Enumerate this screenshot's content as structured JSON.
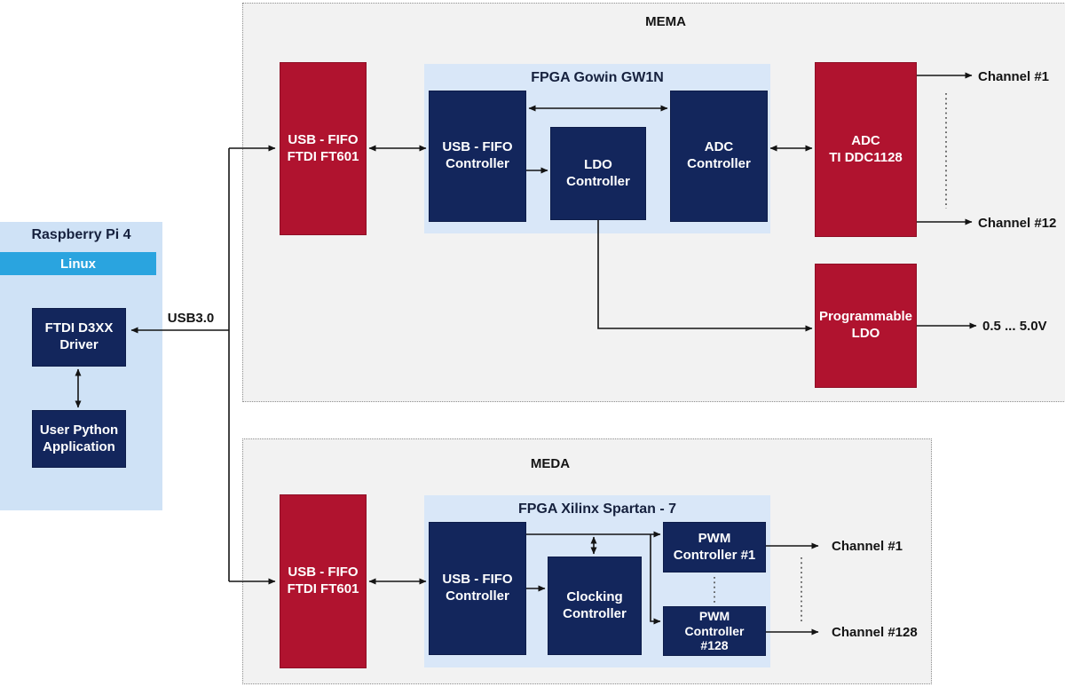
{
  "rpi": {
    "title": "Raspberry Pi 4",
    "os": "Linux",
    "driver": {
      "line1": "FTDI D3XX",
      "line2": "Driver"
    },
    "app": {
      "line1": "User Python",
      "line2": "Application"
    }
  },
  "usb_link": {
    "label": "USB3.0"
  },
  "mema": {
    "title": "MEMA",
    "fifo": {
      "line1": "USB - FIFO",
      "line2": "FTDI FT601"
    },
    "fpga": {
      "title": "FPGA Gowin GW1N",
      "usb_fifo_ctrl": {
        "line1": "USB - FIFO",
        "line2": "Controller"
      },
      "ldo_ctrl": {
        "line1": "LDO",
        "line2": "Controller"
      },
      "adc_ctrl": {
        "line1": "ADC",
        "line2": "Controller"
      }
    },
    "adc": {
      "line1": "ADC",
      "line2": "TI DDC1128"
    },
    "prog_ldo": {
      "line1": "Programmable",
      "line2": "LDO"
    },
    "outputs": {
      "channel_first": "Channel #1",
      "channel_last": "Channel #12",
      "voltage": "0.5 ... 5.0V"
    }
  },
  "meda": {
    "title": "MEDA",
    "fifo": {
      "line1": "USB - FIFO",
      "line2": "FTDI FT601"
    },
    "fpga": {
      "title": "FPGA Xilinx Spartan - 7",
      "usb_fifo_ctrl": {
        "line1": "USB - FIFO",
        "line2": "Controller"
      },
      "clocking_ctrl": {
        "line1": "Clocking",
        "line2": "Controller"
      },
      "pwm_first": {
        "line1": "PWM",
        "line2": "Controller #1"
      },
      "pwm_last": {
        "line1": "PWM",
        "line2": "Controller",
        "line3": "#128"
      }
    },
    "outputs": {
      "channel_first": "Channel #1",
      "channel_last": "Channel #128"
    }
  },
  "colors": {
    "block_red": "#b0132f",
    "block_navy": "#13265c",
    "fpga_container_blue": "#d9e7f8",
    "rpi_container_blue": "#cfe2f6",
    "linux_bar_blue": "#2aa4df",
    "section_background": "#f2f2f2",
    "wire": "#141414"
  }
}
